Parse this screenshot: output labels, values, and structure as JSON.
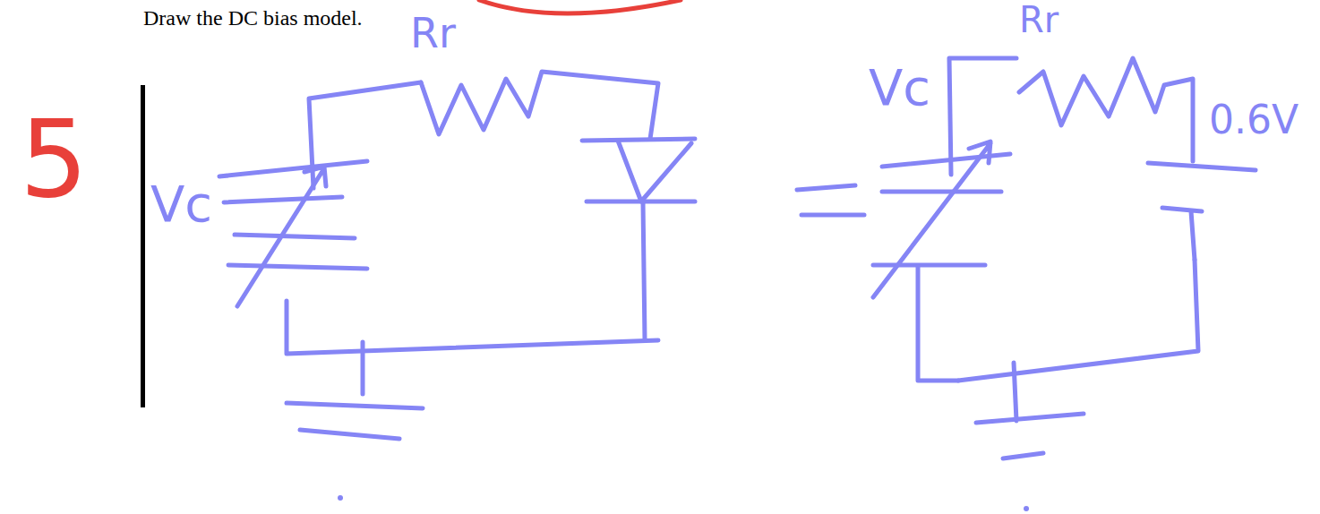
{
  "diagram": {
    "labels": [
      "Draw the DC bias model.",
      "5",
      "Rr",
      "Vc",
      "Rr",
      "Vc",
      "0.6V"
    ]
  }
}
